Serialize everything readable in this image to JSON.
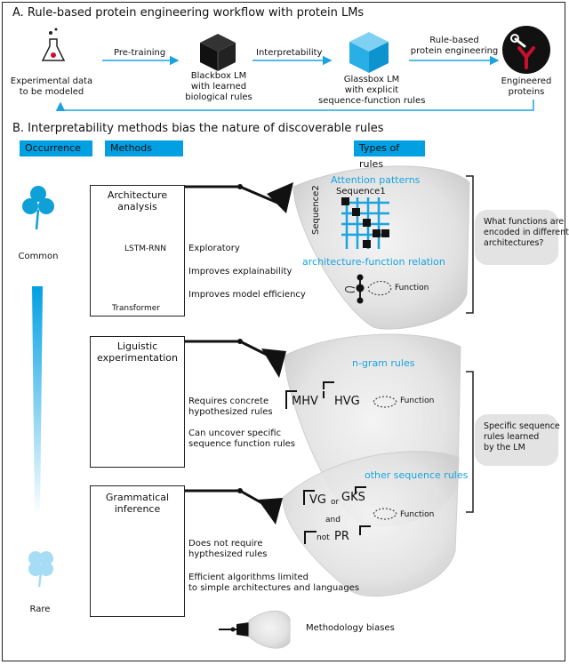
{
  "sectionA": {
    "title": "A. Rule-based protein engineering workflow with protein LMs",
    "steps": {
      "experimental": "Experimental data\nto be modeled",
      "pretraining": "Pre-training",
      "blackbox": "Blackbox LM\nwith learned\nbiological rules",
      "interpretability": "Interpretability",
      "glassbox": "Glassbox LM\nwith explicit\nsequence-function rules",
      "rulebased": "Rule-based\nprotein engineering",
      "engineered": "Engineered\nproteins"
    }
  },
  "sectionB": {
    "title": "B. Interpretability methods bias the nature of  discoverable rules",
    "headers": {
      "occurrence": "Occurrence",
      "methods": "Methods",
      "types": "Types of rules"
    },
    "occurrence": {
      "common": "Common",
      "rare": "Rare"
    },
    "methods": [
      {
        "title": "Architecture analysis",
        "model1": "LSTM-RNN",
        "model2": "Transformer",
        "points": [
          "Exploratory",
          "Improves explainability",
          "Improves model efficiency"
        ]
      },
      {
        "title": "Liguistic\nexperimentation",
        "points": [
          "Requires concrete\nhypothesized rules",
          "Can uncover specific\nsequence function rules"
        ]
      },
      {
        "title": "Grammatical\ninference",
        "points": [
          "Does not require\nhypthesized rules",
          "Efficient algorithms limited\nto simple architectures and languages"
        ]
      }
    ],
    "rules": {
      "attention": "Attention patterns",
      "seq1": "Sequence1",
      "seq2": "Sequence2",
      "archFunc": "architecture-function relation",
      "function": "Function",
      "ngram": "n-gram rules",
      "mhv": "MHV",
      "hvg": "HVG",
      "other": "other sequence rules",
      "vg": "VG",
      "or": "or",
      "gks": "GKS",
      "and": "and",
      "not": "not",
      "pr": "PR"
    },
    "notes": {
      "functions": "What functions are\nencoded in different\narchitectures?",
      "specific": "Specific sequence\nrules learned\nby the LM"
    },
    "legend": "Methodology biases"
  },
  "colors": {
    "accent": "#00a0e3",
    "red": "#c8102e"
  }
}
